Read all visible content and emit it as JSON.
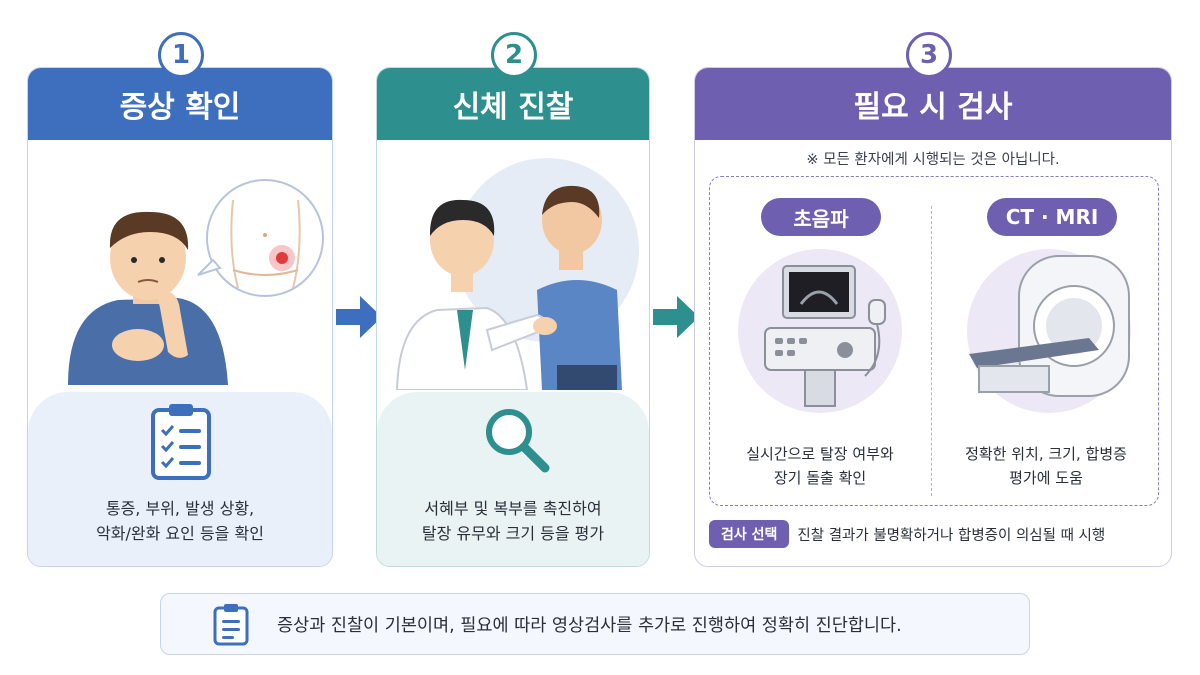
{
  "colors": {
    "blue": "#3e6fbf",
    "teal": "#2e8f8f",
    "purple": "#6f5fb0"
  },
  "steps": [
    {
      "number": "1",
      "title": "증상 확인",
      "icon": "clipboard-checklist-icon",
      "desc_line1": "통증, 부위, 발생 상황,",
      "desc_line2": "악화/완화 요인 등을 확인"
    },
    {
      "number": "2",
      "title": "신체 진찰",
      "icon": "magnifier-icon",
      "desc_line1": "서혜부 및 복부를 촉진하여",
      "desc_line2": "탈장 유무와 크기 등을 평가"
    },
    {
      "number": "3",
      "title": "필요 시 검사",
      "note": "※ 모든 환자에게 시행되는 것은 아닙니다.",
      "tests": [
        {
          "label": "초음파",
          "icon": "ultrasound-machine-icon",
          "desc_line1": "실시간으로 탈장 여부와",
          "desc_line2": "장기 돌출 확인"
        },
        {
          "label": "CT · MRI",
          "icon": "ct-scanner-icon",
          "desc_line1": "정확한 위치, 크기, 합병증",
          "desc_line2": "평가에 도움"
        }
      ],
      "selection_badge": "검사 선택",
      "selection_text": "진찰 결과가 불명확하거나 합병증이 의심될 때 시행"
    }
  ],
  "summary": {
    "icon": "clipboard-icon",
    "text": "증상과 진찰이 기본이며, 필요에 따라 영상검사를 추가로 진행하여 정확히 진단합니다."
  }
}
